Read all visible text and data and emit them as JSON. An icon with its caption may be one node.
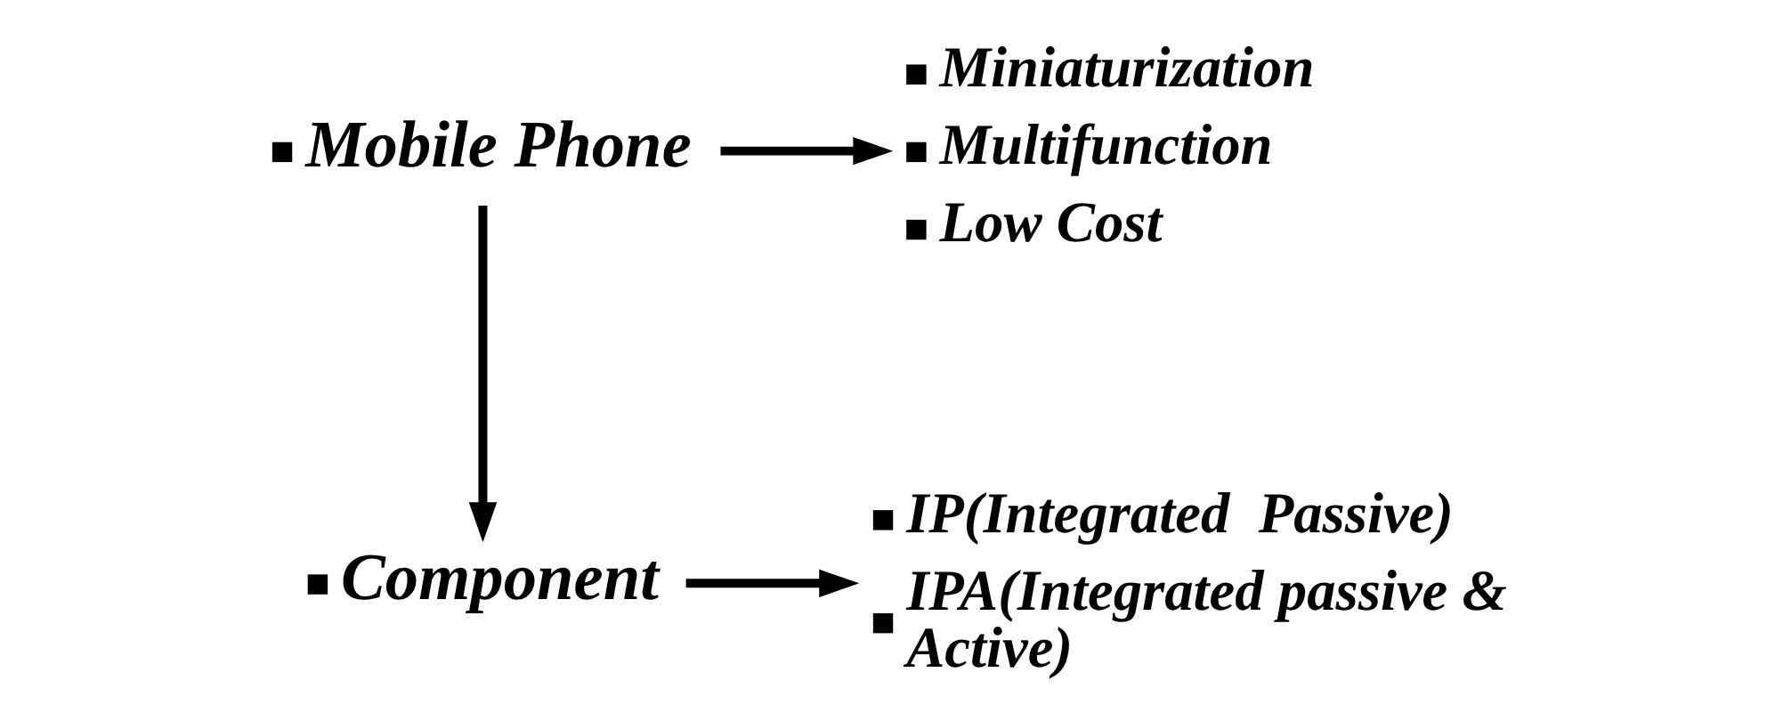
{
  "diagram": {
    "nodes": [
      {
        "text": [
          "Mobile Phone"
        ]
      },
      {
        "text": [
          "Miniaturization",
          "Multifunction",
          "Low Cost"
        ]
      },
      {
        "text": [
          "Component"
        ]
      },
      {
        "text": [
          "IP(Integrated  Passive)",
          "IPA(Integrated passive & Active)"
        ]
      }
    ],
    "edges": [
      {
        "from": 0,
        "to": 1,
        "arrow": "to"
      },
      {
        "from": 0,
        "to": 2,
        "arrow": "to"
      },
      {
        "from": 2,
        "to": 3,
        "arrow": "to"
      }
    ]
  }
}
